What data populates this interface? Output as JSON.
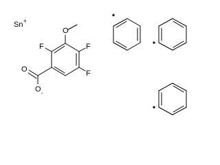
{
  "diagram": {
    "type": "chemical-structure",
    "counterion": {
      "symbol": "Sn",
      "charge": "+"
    },
    "anion": {
      "atoms": {
        "fluorine_2": "F",
        "fluorine_4": "F",
        "fluorine_5": "F",
        "methoxy_oxygen": "O",
        "carboxyl_oxygen_double": "O",
        "carboxyl_oxygen_single": "O",
        "carboxyl_charge": "-"
      }
    },
    "phenyl_radicals": [
      {
        "name": "phenyl-1",
        "radical": "•"
      },
      {
        "name": "phenyl-2",
        "radical": "•"
      },
      {
        "name": "phenyl-3",
        "radical": "•"
      }
    ]
  }
}
